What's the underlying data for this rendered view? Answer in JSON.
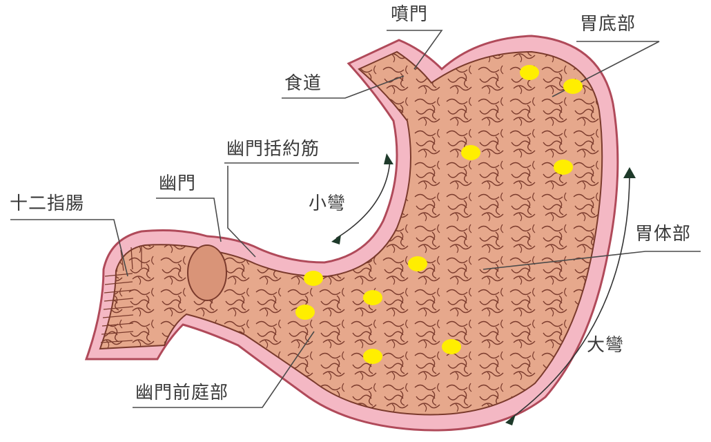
{
  "labels": {
    "pylorus_cardia": "噴門",
    "fundus": "胃底部",
    "esophagus": "食道",
    "pyloric_sphincter": "幽門括約筋",
    "lesser_curvature": "小彎",
    "duodenum": "十二指腸",
    "pylorus": "幽門",
    "body": "胃体部",
    "greater_curvature": "大彎",
    "pyloric_antrum": "幽門前庭部"
  },
  "colors": {
    "wall": "#f4b8c4",
    "wall_outline": "#b04a5a",
    "mucosa": "#e6a88c",
    "fold_line": "#7a3a2c",
    "marker": "#ffee00",
    "leader_line": "#4a4a4a",
    "arrow": "#1e3a2a"
  },
  "markers_count": 10
}
